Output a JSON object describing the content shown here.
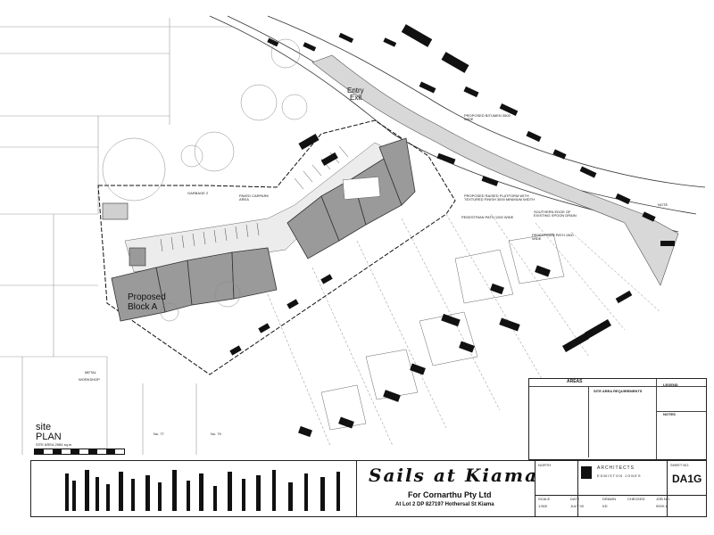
{
  "plan": {
    "block_label_line1": "Proposed",
    "block_label_line2": "Block A",
    "entry_exit_line1": "Entry",
    "entry_exit_line2": "Exit",
    "garbage_label": "GARBAGE 2",
    "paved_area_label": "PAVED CARPARK AREA",
    "metal_workshop_line1": "METAL",
    "metal_workshop_line2": "WORKSHOP",
    "pedestrian_path_label": "PEDESTRIAN PATH 1200 WIDE",
    "boardwalk_label": "PROPOSED RAISED PLATFORM WITH TEXTURED FINISH 3000 MINIMUM WIDTH",
    "bitumen_label": "PROPOSED BITUMEN 3500 WIDE",
    "pedestrian_path2_label": "PEDESTRIAN PATH 1500 WIDE",
    "southern_edge_label": "SOUTHERN EDGE OF EXISTING SPOON DRAIN",
    "note_title": "NOTE",
    "lot_label_1": "No. 77",
    "lot_label_2": "No. 79"
  },
  "site_plan": {
    "line1": "site",
    "line2": "PLAN",
    "line3": "SITE AREA 2984 sq.m"
  },
  "areas_table": {
    "title": "AREAS",
    "col2_title": "SITE AREA REQUIREMENTS",
    "legend_title": "LEGEND",
    "notes_title": "NOTES"
  },
  "title_block": {
    "project": "Sails at Kiama",
    "client": "For Cornarthu Pty Ltd",
    "lot": "At Lot 2 DP 827197 Hothersal St Kiama",
    "north_label": "NORTH",
    "architect_line1": "ARCHITECTS",
    "architect_line2": "EDMISTON JONES",
    "sheet_label": "SHEET NO.",
    "dwg_no": "DA1G",
    "scale_label": "SCALE",
    "scale_value": "1:500",
    "date_label": "DATE",
    "date_value": "JULY 00",
    "drawn_label": "DRAWN",
    "drawn_value": "KD",
    "checked_label": "CHECKED",
    "job_label": "JOB NO.",
    "job_value": "9929.1"
  }
}
